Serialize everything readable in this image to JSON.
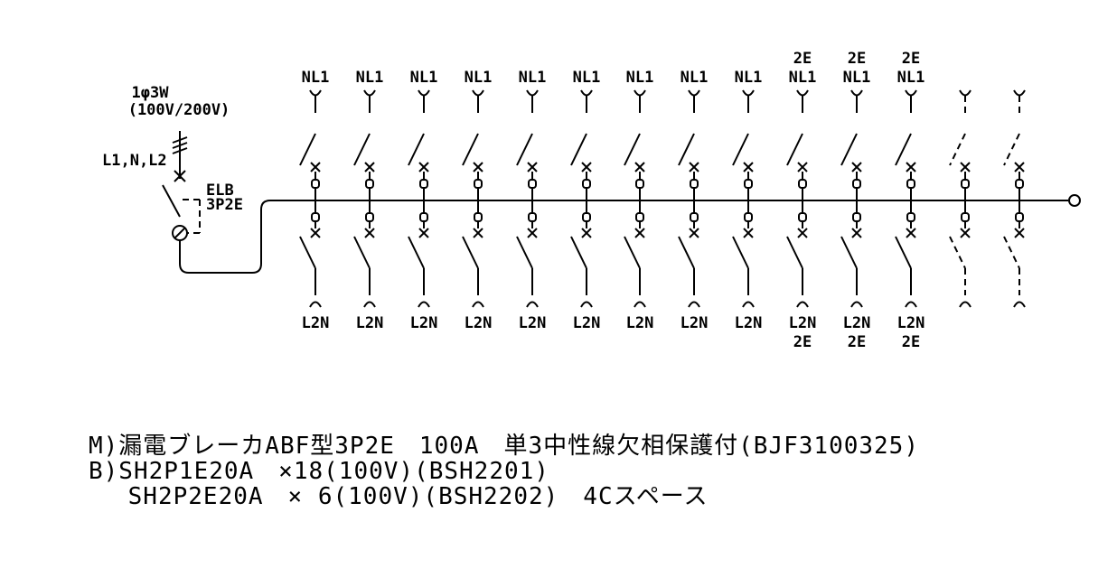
{
  "supply": {
    "phase": "1φ3W",
    "voltage": "(100V/200V)",
    "lines": "L1,N,L2"
  },
  "main_breaker": {
    "type": "ELB",
    "poles": "3P2E"
  },
  "branches": [
    {
      "top": "NL1",
      "bottom": "L2N"
    },
    {
      "top": "NL1",
      "bottom": "L2N"
    },
    {
      "top": "NL1",
      "bottom": "L2N"
    },
    {
      "top": "NL1",
      "bottom": "L2N"
    },
    {
      "top": "NL1",
      "bottom": "L2N"
    },
    {
      "top": "NL1",
      "bottom": "L2N"
    },
    {
      "top": "NL1",
      "bottom": "L2N"
    },
    {
      "top": "NL1",
      "bottom": "L2N"
    },
    {
      "top": "NL1",
      "bottom": "L2N"
    },
    {
      "top": "NL1",
      "bottom": "L2N",
      "top_sub": "2E",
      "bottom_sub": "2E"
    },
    {
      "top": "NL1",
      "bottom": "L2N",
      "top_sub": "2E",
      "bottom_sub": "2E"
    },
    {
      "top": "NL1",
      "bottom": "L2N",
      "top_sub": "2E",
      "bottom_sub": "2E"
    },
    {
      "spare": true
    },
    {
      "spare": true
    }
  ],
  "notes": [
    "M)漏電ブレーカABF型3P2E　100A　単3中性線欠相保護付(BJF3100325)",
    "B)SH2P1E20A　×18(100V)(BSH2201)",
    "　 SH2P2E20A　× 6(100V)(BSH2202)　4Cスペース"
  ]
}
